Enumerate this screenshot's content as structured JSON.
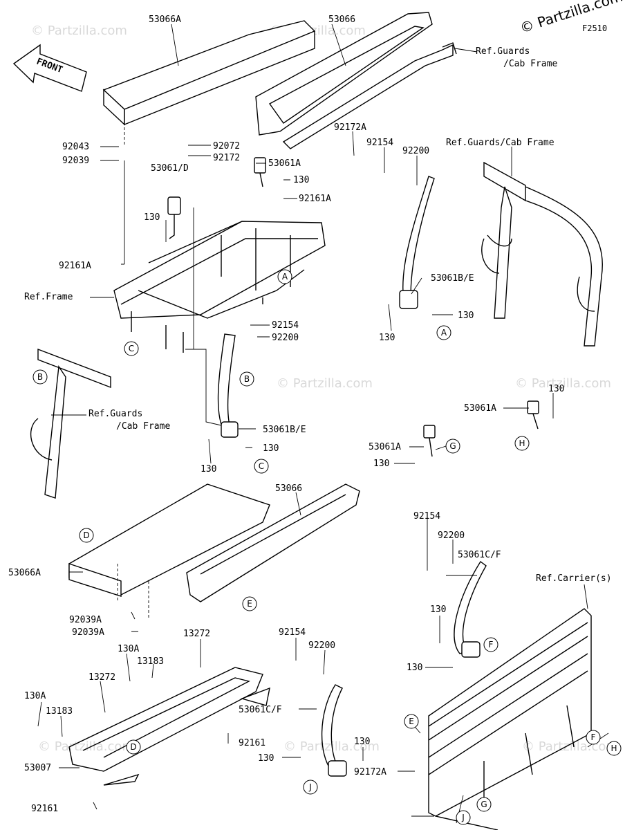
{
  "figure": {
    "copyright": "© Partzilla.com",
    "figure_code": "F2510",
    "front_label": "FRONT",
    "watermark": "© Partzilla.com"
  },
  "part_labels": {
    "p53066A_top": "53066A",
    "p53066_top": "53066",
    "p92043": "92043",
    "p92039": "92039",
    "p92072": "92072",
    "p92172": "92172",
    "p53061D": "53061/D",
    "p53061A_top": "53061A",
    "p130_top": "130",
    "p92161A_mid": "92161A",
    "p130_left": "130",
    "p92161A_left": "92161A",
    "p92172A_top": "92172A",
    "p92154_top": "92154",
    "p92200_top": "92200",
    "p53061BE_right": "53061B/E",
    "p130_right": "130",
    "p130_right_below": "130",
    "p92154_mid": "92154",
    "p92200_mid": "92200",
    "p53061BE_mid": "53061B/E",
    "p130_mid_c": "130",
    "p130_mid_left": "130",
    "p53061A_h": "53061A",
    "p130_h": "130",
    "p53061A_g": "53061A",
    "p130_g": "130",
    "p53066_bot": "53066",
    "p53066A_bot": "53066A",
    "p92039A_1": "92039A",
    "p92039A_2": "92039A",
    "p13272_right": "13272",
    "p130A_mid": "130A",
    "p13183_mid": "13183",
    "p13272_left": "13272",
    "p130A_left": "130A",
    "p13183_left": "13183",
    "p53007": "53007",
    "p92161_right": "92161",
    "p92161_bot": "92161",
    "p92154_bot": "92154",
    "p92200_bot": "92200",
    "p53061CF_bot": "53061C/F",
    "p130_bot_r": "130",
    "p130_bot_l": "130",
    "p92172A_bot": "92172A",
    "p92154_br": "92154",
    "p92200_br": "92200",
    "p53061CF_br": "53061C/F",
    "p130_br1": "130",
    "p130_br2": "130"
  },
  "ref_labels": {
    "guards_top_1": "Ref.Guards",
    "guards_top_2": "/Cab Frame",
    "guards_cab_right": "Ref.Guards/Cab Frame",
    "frame": "Ref.Frame",
    "guards_left_1": "Ref.Guards",
    "guards_left_2": "/Cab Frame",
    "carrier": "Ref.Carrier(s)"
  },
  "callouts": {
    "A1": "A",
    "A2": "A",
    "B1": "B",
    "B2": "B",
    "C1": "C",
    "C2": "C",
    "D1": "D",
    "D2": "D",
    "E1": "E",
    "E2": "E",
    "F1": "F",
    "F2": "F",
    "G1": "G",
    "G2": "G",
    "H1": "H",
    "H2": "H",
    "J1": "J",
    "J2": "J"
  }
}
